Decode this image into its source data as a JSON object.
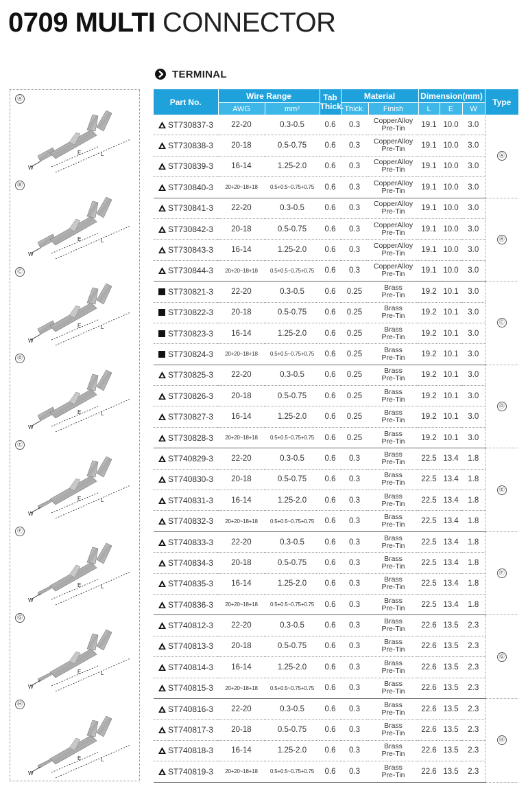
{
  "title": {
    "bold": "0709 MULTI",
    "light": "CONNECTOR"
  },
  "section": {
    "label": "TERMINAL",
    "icon": "arrow-circle-icon"
  },
  "colors": {
    "header_bg": "#1fa2dc",
    "subheader_bg": "#3db6e8",
    "header_text": "#ffffff"
  },
  "table": {
    "headers": {
      "part_no": "Part No.",
      "wire_range": "Wire Range",
      "awg": "AWG",
      "mm2": "mm²",
      "tab_thick": "Tab Thick.",
      "material": "Material",
      "thick": "Thick.",
      "finish": "Finish",
      "dimension": "Dimension(mm)",
      "l": "L",
      "e": "E",
      "w": "W",
      "type": "Type"
    },
    "groups": [
      {
        "type": "Ⓐ",
        "symbol": "triangle",
        "rows": [
          {
            "part": "ST730837-3",
            "awg": "22-20",
            "mm2": "0.3-0.5",
            "tab": "0.6",
            "thick": "0.3",
            "finish": [
              "CopperAlloy",
              "Pre-Tin"
            ],
            "l": "19.1",
            "e": "10.0",
            "w": "3.0"
          },
          {
            "part": "ST730838-3",
            "awg": "20-18",
            "mm2": "0.5-0.75",
            "tab": "0.6",
            "thick": "0.3",
            "finish": [
              "CopperAlloy",
              "Pre-Tin"
            ],
            "l": "19.1",
            "e": "10.0",
            "w": "3.0"
          },
          {
            "part": "ST730839-3",
            "awg": "16-14",
            "mm2": "1.25-2.0",
            "tab": "0.6",
            "thick": "0.3",
            "finish": [
              "CopperAlloy",
              "Pre-Tin"
            ],
            "l": "19.1",
            "e": "10.0",
            "w": "3.0"
          },
          {
            "part": "ST730840-3",
            "awg": "20+20~18+18",
            "mm2": "0.5+0.5~0.75+0.75",
            "tab": "0.6",
            "thick": "0.3",
            "finish": [
              "CopperAlloy",
              "Pre-Tin"
            ],
            "l": "19.1",
            "e": "10.0",
            "w": "3.0"
          }
        ]
      },
      {
        "type": "Ⓑ",
        "symbol": "triangle",
        "rows": [
          {
            "part": "ST730841-3",
            "awg": "22-20",
            "mm2": "0.3-0.5",
            "tab": "0.6",
            "thick": "0.3",
            "finish": [
              "CopperAlloy",
              "Pre-Tin"
            ],
            "l": "19.1",
            "e": "10.0",
            "w": "3.0"
          },
          {
            "part": "ST730842-3",
            "awg": "20-18",
            "mm2": "0.5-0.75",
            "tab": "0.6",
            "thick": "0.3",
            "finish": [
              "CopperAlloy",
              "Pre-Tin"
            ],
            "l": "19.1",
            "e": "10.0",
            "w": "3.0"
          },
          {
            "part": "ST730843-3",
            "awg": "16-14",
            "mm2": "1.25-2.0",
            "tab": "0.6",
            "thick": "0.3",
            "finish": [
              "CopperAlloy",
              "Pre-Tin"
            ],
            "l": "19.1",
            "e": "10.0",
            "w": "3.0"
          },
          {
            "part": "ST730844-3",
            "awg": "20+20~18+18",
            "mm2": "0.5+0.5~0.75+0.75",
            "tab": "0.6",
            "thick": "0.3",
            "finish": [
              "CopperAlloy",
              "Pre-Tin"
            ],
            "l": "19.1",
            "e": "10.0",
            "w": "3.0"
          }
        ]
      },
      {
        "type": "Ⓒ",
        "symbol": "square",
        "rows": [
          {
            "part": "ST730821-3",
            "awg": "22-20",
            "mm2": "0.3-0.5",
            "tab": "0.6",
            "thick": "0.25",
            "finish": [
              "Brass",
              "Pre-Tin"
            ],
            "l": "19.2",
            "e": "10.1",
            "w": "3.0"
          },
          {
            "part": "ST730822-3",
            "awg": "20-18",
            "mm2": "0.5-0.75",
            "tab": "0.6",
            "thick": "0.25",
            "finish": [
              "Brass",
              "Pre-Tin"
            ],
            "l": "19.2",
            "e": "10.1",
            "w": "3.0"
          },
          {
            "part": "ST730823-3",
            "awg": "16-14",
            "mm2": "1.25-2.0",
            "tab": "0.6",
            "thick": "0.25",
            "finish": [
              "Brass",
              "Pre-Tin"
            ],
            "l": "19.2",
            "e": "10.1",
            "w": "3.0"
          },
          {
            "part": "ST730824-3",
            "awg": "20+20~18+18",
            "mm2": "0.5+0.5~0.75+0.75",
            "tab": "0.6",
            "thick": "0.25",
            "finish": [
              "Brass",
              "Pre-Tin"
            ],
            "l": "19.2",
            "e": "10.1",
            "w": "3.0"
          }
        ]
      },
      {
        "type": "Ⓓ",
        "symbol": "triangle",
        "rows": [
          {
            "part": "ST730825-3",
            "awg": "22-20",
            "mm2": "0.3-0.5",
            "tab": "0.6",
            "thick": "0.25",
            "finish": [
              "Brass",
              "Pre-Tin"
            ],
            "l": "19.2",
            "e": "10.1",
            "w": "3.0"
          },
          {
            "part": "ST730826-3",
            "awg": "20-18",
            "mm2": "0.5-0.75",
            "tab": "0.6",
            "thick": "0.25",
            "finish": [
              "Brass",
              "Pre-Tin"
            ],
            "l": "19.2",
            "e": "10.1",
            "w": "3.0"
          },
          {
            "part": "ST730827-3",
            "awg": "16-14",
            "mm2": "1.25-2.0",
            "tab": "0.6",
            "thick": "0.25",
            "finish": [
              "Brass",
              "Pre-Tin"
            ],
            "l": "19.2",
            "e": "10.1",
            "w": "3.0"
          },
          {
            "part": "ST730828-3",
            "awg": "20+20~18+18",
            "mm2": "0.5+0.5~0.75+0.75",
            "tab": "0.6",
            "thick": "0.25",
            "finish": [
              "Brass",
              "Pre-Tin"
            ],
            "l": "19.2",
            "e": "10.1",
            "w": "3.0"
          }
        ]
      },
      {
        "type": "Ⓔ",
        "symbol": "triangle",
        "rows": [
          {
            "part": "ST740829-3",
            "awg": "22-20",
            "mm2": "0.3-0.5",
            "tab": "0.6",
            "thick": "0.3",
            "finish": [
              "Brass",
              "Pre-Tin"
            ],
            "l": "22.5",
            "e": "13.4",
            "w": "1.8"
          },
          {
            "part": "ST740830-3",
            "awg": "20-18",
            "mm2": "0.5-0.75",
            "tab": "0.6",
            "thick": "0.3",
            "finish": [
              "Brass",
              "Pre-Tin"
            ],
            "l": "22.5",
            "e": "13.4",
            "w": "1.8"
          },
          {
            "part": "ST740831-3",
            "awg": "16-14",
            "mm2": "1.25-2.0",
            "tab": "0.6",
            "thick": "0.3",
            "finish": [
              "Brass",
              "Pre-Tin"
            ],
            "l": "22.5",
            "e": "13.4",
            "w": "1.8"
          },
          {
            "part": "ST740832-3",
            "awg": "20+20~18+18",
            "mm2": "0.5+0.5~0.75+0.75",
            "tab": "0.6",
            "thick": "0.3",
            "finish": [
              "Brass",
              "Pre-Tin"
            ],
            "l": "22.5",
            "e": "13.4",
            "w": "1.8"
          }
        ]
      },
      {
        "type": "Ⓕ",
        "symbol": "triangle",
        "rows": [
          {
            "part": "ST740833-3",
            "awg": "22-20",
            "mm2": "0.3-0.5",
            "tab": "0.6",
            "thick": "0.3",
            "finish": [
              "Brass",
              "Pre-Tin"
            ],
            "l": "22.5",
            "e": "13.4",
            "w": "1.8"
          },
          {
            "part": "ST740834-3",
            "awg": "20-18",
            "mm2": "0.5-0.75",
            "tab": "0.6",
            "thick": "0.3",
            "finish": [
              "Brass",
              "Pre-Tin"
            ],
            "l": "22.5",
            "e": "13.4",
            "w": "1.8"
          },
          {
            "part": "ST740835-3",
            "awg": "16-14",
            "mm2": "1.25-2.0",
            "tab": "0.6",
            "thick": "0.3",
            "finish": [
              "Brass",
              "Pre-Tin"
            ],
            "l": "22.5",
            "e": "13.4",
            "w": "1.8"
          },
          {
            "part": "ST740836-3",
            "awg": "20+20~18+18",
            "mm2": "0.5+0.5~0.75+0.75",
            "tab": "0.6",
            "thick": "0.3",
            "finish": [
              "Brass",
              "Pre-Tin"
            ],
            "l": "22.5",
            "e": "13.4",
            "w": "1.8"
          }
        ]
      },
      {
        "type": "Ⓖ",
        "symbol": "triangle",
        "rows": [
          {
            "part": "ST740812-3",
            "awg": "22-20",
            "mm2": "0.3-0.5",
            "tab": "0.6",
            "thick": "0.3",
            "finish": [
              "Brass",
              "Pre-Tin"
            ],
            "l": "22.6",
            "e": "13.5",
            "w": "2.3"
          },
          {
            "part": "ST740813-3",
            "awg": "20-18",
            "mm2": "0.5-0.75",
            "tab": "0.6",
            "thick": "0.3",
            "finish": [
              "Brass",
              "Pre-Tin"
            ],
            "l": "22.6",
            "e": "13.5",
            "w": "2.3"
          },
          {
            "part": "ST740814-3",
            "awg": "16-14",
            "mm2": "1.25-2.0",
            "tab": "0.6",
            "thick": "0.3",
            "finish": [
              "Brass",
              "Pre-Tin"
            ],
            "l": "22.6",
            "e": "13.5",
            "w": "2.3"
          },
          {
            "part": "ST740815-3",
            "awg": "20+20~18+18",
            "mm2": "0.5+0.5~0.75+0.75",
            "tab": "0.6",
            "thick": "0.3",
            "finish": [
              "Brass",
              "Pre-Tin"
            ],
            "l": "22.6",
            "e": "13.5",
            "w": "2.3"
          }
        ]
      },
      {
        "type": "Ⓗ",
        "symbol": "triangle",
        "rows": [
          {
            "part": "ST740816-3",
            "awg": "22-20",
            "mm2": "0.3-0.5",
            "tab": "0.6",
            "thick": "0.3",
            "finish": [
              "Brass",
              "Pre-Tin"
            ],
            "l": "22.6",
            "e": "13.5",
            "w": "2.3"
          },
          {
            "part": "ST740817-3",
            "awg": "20-18",
            "mm2": "0.5-0.75",
            "tab": "0.6",
            "thick": "0.3",
            "finish": [
              "Brass",
              "Pre-Tin"
            ],
            "l": "22.6",
            "e": "13.5",
            "w": "2.3"
          },
          {
            "part": "ST740818-3",
            "awg": "16-14",
            "mm2": "1.25-2.0",
            "tab": "0.6",
            "thick": "0.3",
            "finish": [
              "Brass",
              "Pre-Tin"
            ],
            "l": "22.6",
            "e": "13.5",
            "w": "2.3"
          },
          {
            "part": "ST740819-3",
            "awg": "20+20~18+18",
            "mm2": "0.5+0.5~0.75+0.75",
            "tab": "0.6",
            "thick": "0.3",
            "finish": [
              "Brass",
              "Pre-Tin"
            ],
            "l": "22.6",
            "e": "13.5",
            "w": "2.3"
          }
        ]
      }
    ]
  },
  "images": [
    {
      "label": "Ⓐ",
      "dims": {
        "w": "W",
        "e": "E",
        "l": "L"
      }
    },
    {
      "label": "Ⓑ",
      "dims": {
        "w": "W",
        "e": "E",
        "l": "L"
      }
    },
    {
      "label": "Ⓒ",
      "dims": {
        "w": "W",
        "e": "E",
        "l": "L"
      }
    },
    {
      "label": "Ⓓ",
      "dims": {
        "w": "W",
        "e": "E",
        "l": "L"
      }
    },
    {
      "label": "Ⓔ",
      "dims": {
        "w": "W",
        "e": "E",
        "l": "L"
      }
    },
    {
      "label": "Ⓕ",
      "dims": {
        "w": "W",
        "e": "E",
        "l": "L"
      }
    },
    {
      "label": "Ⓖ",
      "dims": {
        "w": "W",
        "e": "E",
        "l": "L"
      }
    },
    {
      "label": "Ⓗ",
      "dims": {
        "w": "W",
        "e": "E",
        "l": "L"
      }
    }
  ]
}
